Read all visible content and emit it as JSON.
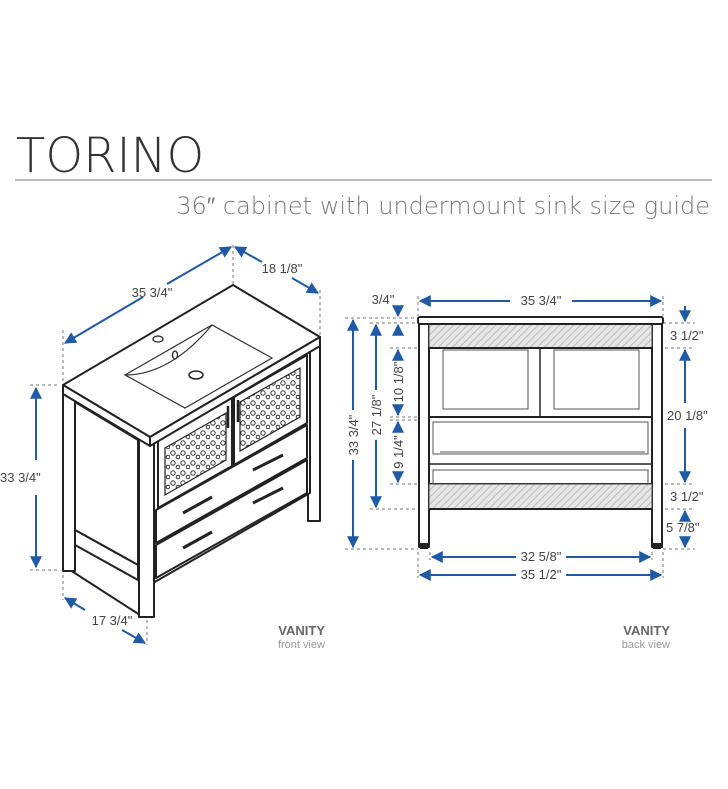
{
  "header": {
    "title": "TORINO",
    "subtitle": "36″ cabinet with undermount sink size guide"
  },
  "front_view": {
    "label": "VANITY",
    "sublabel": "front view",
    "dims": {
      "width": "35 3/4\"",
      "depth": "18 1/8\"",
      "height": "33 3/4\"",
      "leg_depth": "17 3/4\""
    }
  },
  "back_view": {
    "label": "VANITY",
    "sublabel": "back view",
    "dims": {
      "top_width": "35 3/4\"",
      "top_thickness": "3/4\"",
      "total_height": "33 3/4\"",
      "cabinet_height": "27 1/8\"",
      "door_height": "10 1/8\"",
      "drawer_height": "9 1/4\"",
      "upper_rail": "3 1/2\"",
      "body_height": "20 1/8\"",
      "lower_rail": "3 1/2\"",
      "leg_height": "5 7/8\"",
      "inner_width": "32 5/8\"",
      "outer_width": "35 1/2\""
    }
  },
  "colors": {
    "dimension": "#1f5aa6",
    "text": "#444444"
  }
}
